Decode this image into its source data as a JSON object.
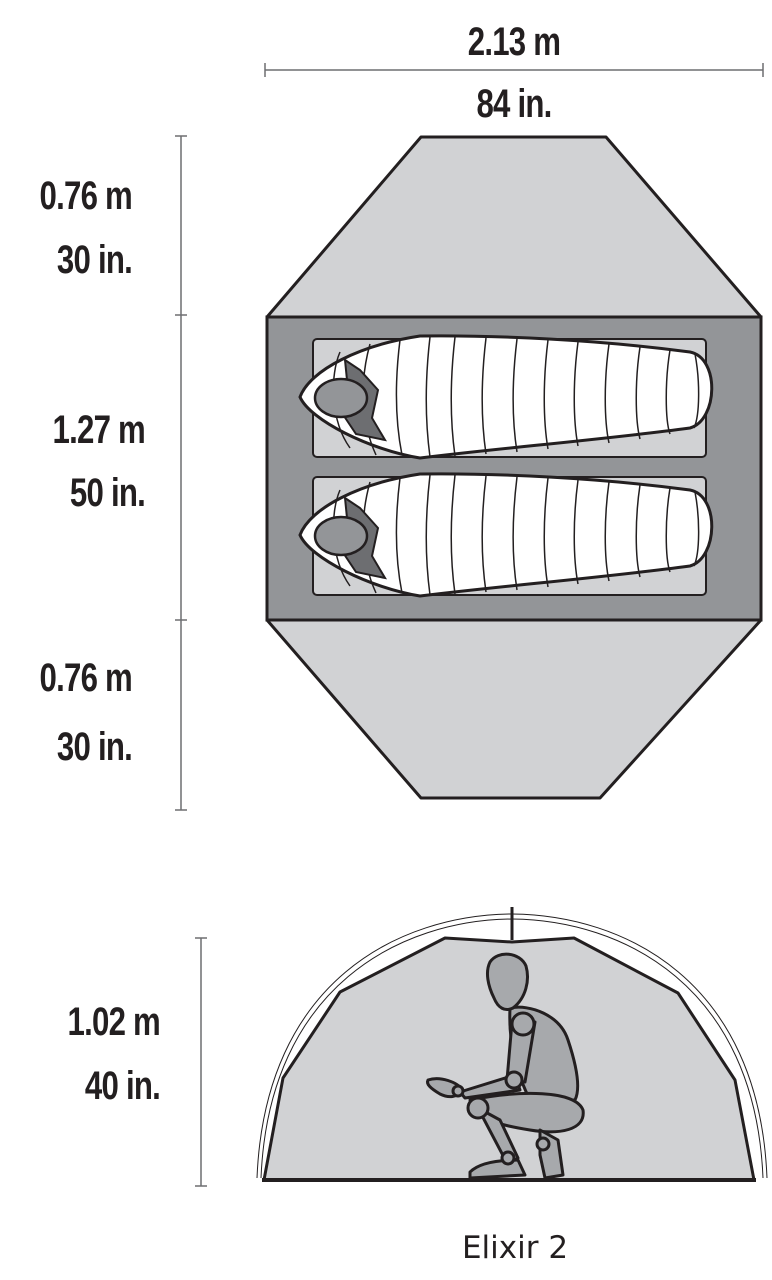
{
  "title": "Elixir 2",
  "dimensions": {
    "length": {
      "metric": "2.13 m",
      "imperial": "84 in."
    },
    "vestibule_front": {
      "metric": "0.76 m",
      "imperial": "30 in."
    },
    "floor_width": {
      "metric": "1.27 m",
      "imperial": "50 in."
    },
    "vestibule_rear": {
      "metric": "0.76 m",
      "imperial": "30 in."
    },
    "peak_height": {
      "metric": "1.02 m",
      "imperial": "40 in."
    }
  },
  "views": {
    "top": {
      "name": "floor-plan",
      "sleeping_bags": 2
    },
    "side": {
      "name": "side-profile",
      "figure": "crouching-person"
    }
  },
  "colors": {
    "vestibule_fill": "#d1d2d4",
    "floor_fill": "#939598",
    "pad_fill": "#d1d2d4",
    "bag_fill": "#ffffff",
    "head_fill": "#939598",
    "outline": "#231f20",
    "measure_line": "#6d6e71"
  }
}
